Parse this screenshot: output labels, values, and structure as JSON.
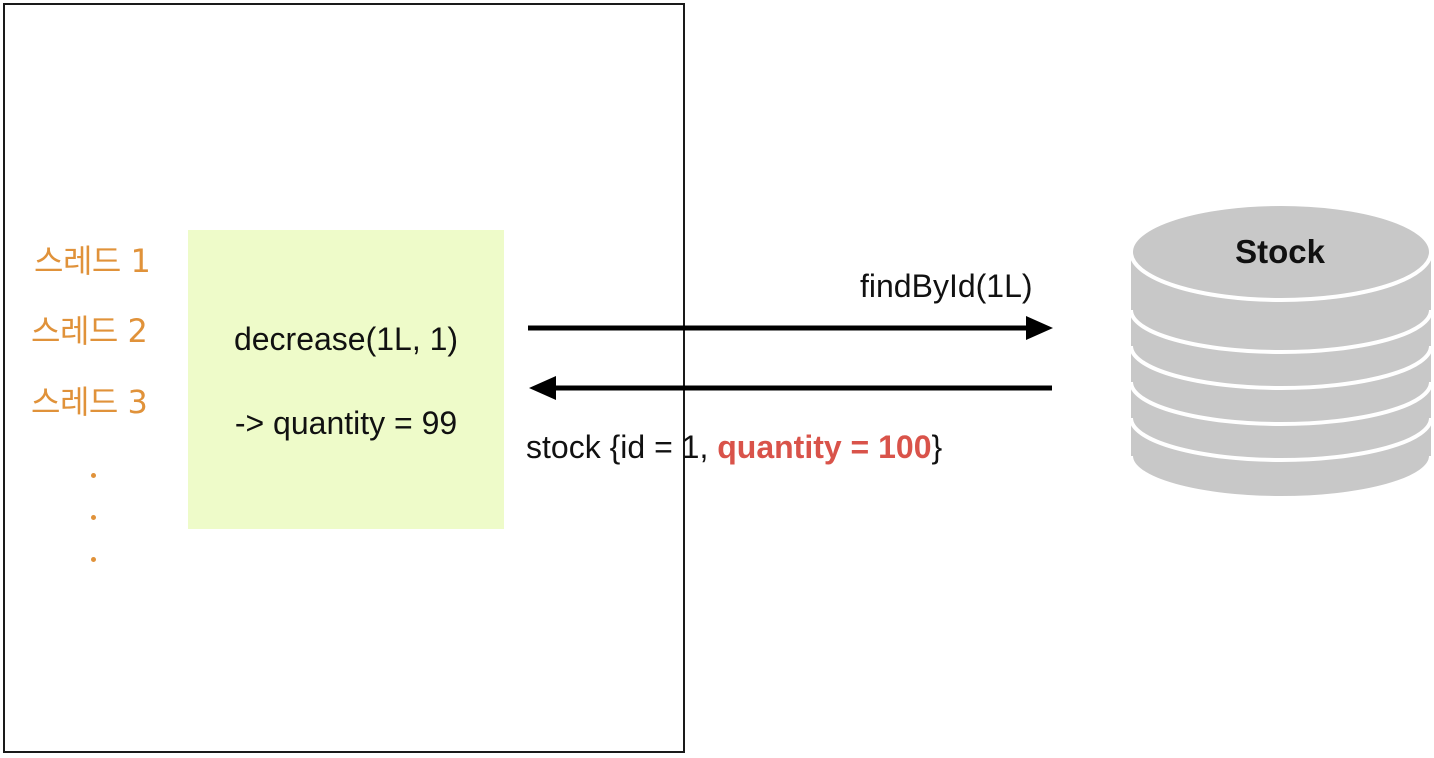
{
  "threads": [
    "스레드 1",
    "스레드 2",
    "스레드 3"
  ],
  "method": {
    "call": "decrease(1L, 1)",
    "result": "-> quantity = 99"
  },
  "request": {
    "label": "findById(1L)"
  },
  "response": {
    "prefix": "stock {id = 1, ",
    "highlight": "quantity = 100",
    "suffix": "}"
  },
  "database": {
    "label": "Stock"
  },
  "colors": {
    "thread_text": "#e0923a",
    "method_bg": "#eefbc9",
    "highlight": "#d9534a",
    "db_fill": "#c8c8c8"
  }
}
